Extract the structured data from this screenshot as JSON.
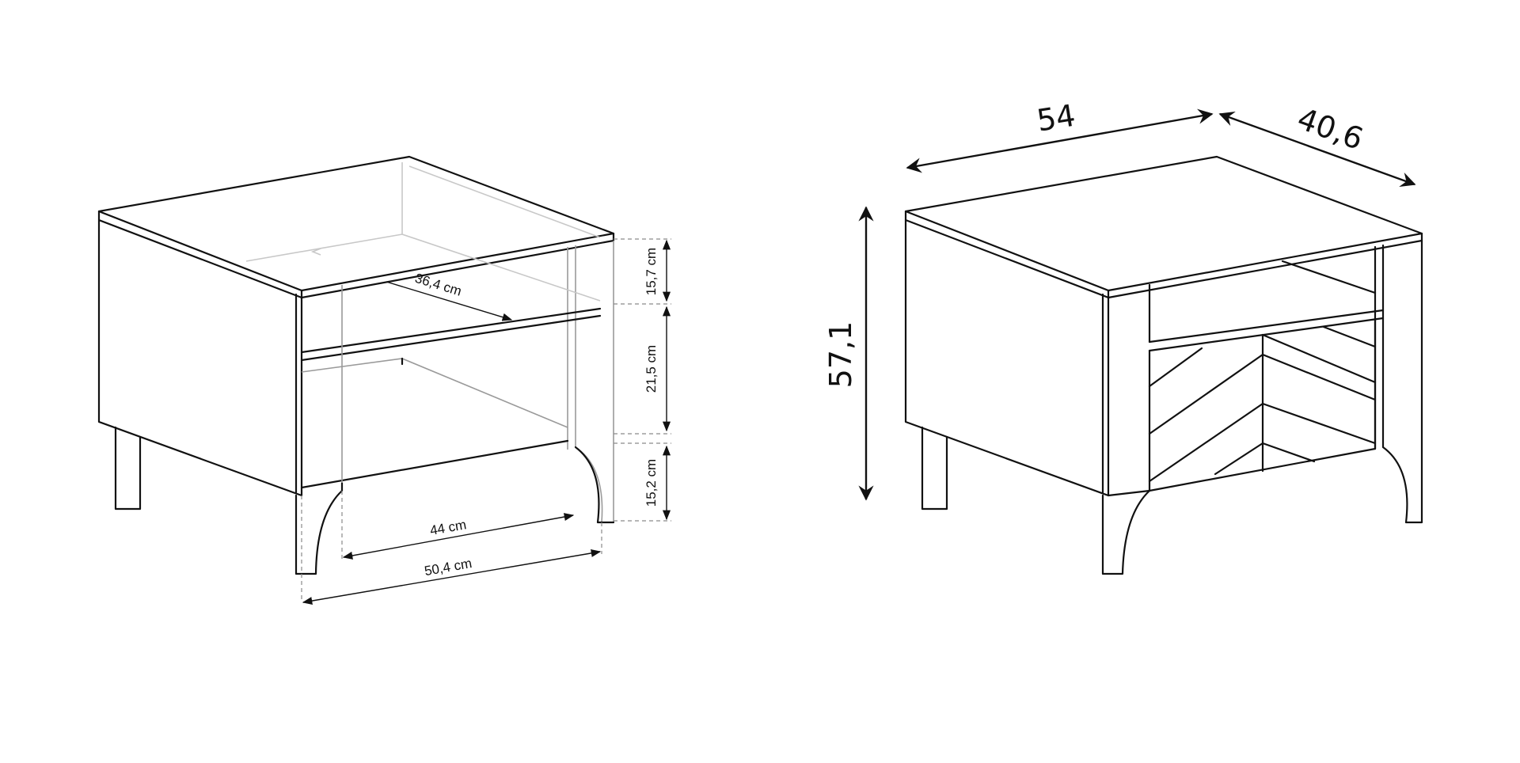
{
  "left_view": {
    "depth_label": "36,4 cm",
    "inner_width_label": "44 cm",
    "outer_width_label": "50,4 cm",
    "top_height_label": "15,7 cm",
    "middle_height_label": "21,5 cm",
    "bottom_height_label": "15,2 cm"
  },
  "right_view": {
    "width_label": "54",
    "depth_label": "40,6",
    "height_label": "57,1"
  }
}
